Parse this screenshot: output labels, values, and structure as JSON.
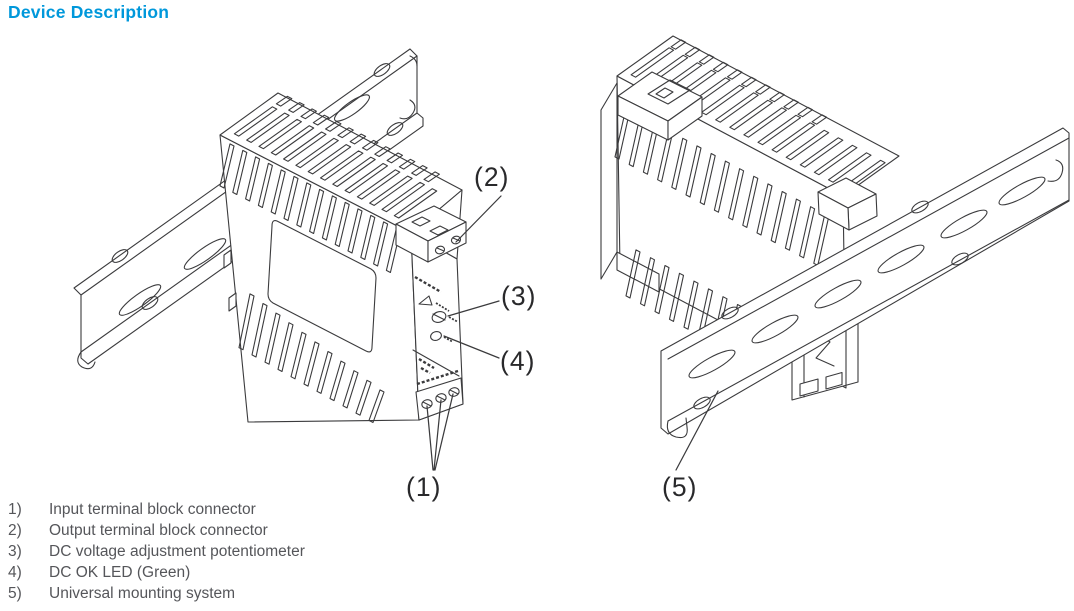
{
  "header": {
    "title": "Device Description"
  },
  "callouts": [
    {
      "label": "(1)"
    },
    {
      "label": "(2)"
    },
    {
      "label": "(3)"
    },
    {
      "label": "(4)"
    },
    {
      "label": "(5)"
    }
  ],
  "legend": [
    {
      "num": "1)",
      "text": "Input terminal block connector"
    },
    {
      "num": "2)",
      "text": "Output terminal block connector"
    },
    {
      "num": "3)",
      "text": "DC voltage adjustment potentiometer"
    },
    {
      "num": "4)",
      "text": "DC OK LED (Green)"
    },
    {
      "num": "5)",
      "text": "Universal mounting system"
    }
  ],
  "colors": {
    "accent": "#0098DB",
    "line_art": "#3B3B3D",
    "legend_text": "#55565A",
    "callout_text": "#29292B",
    "background": "#FFFFFF"
  }
}
